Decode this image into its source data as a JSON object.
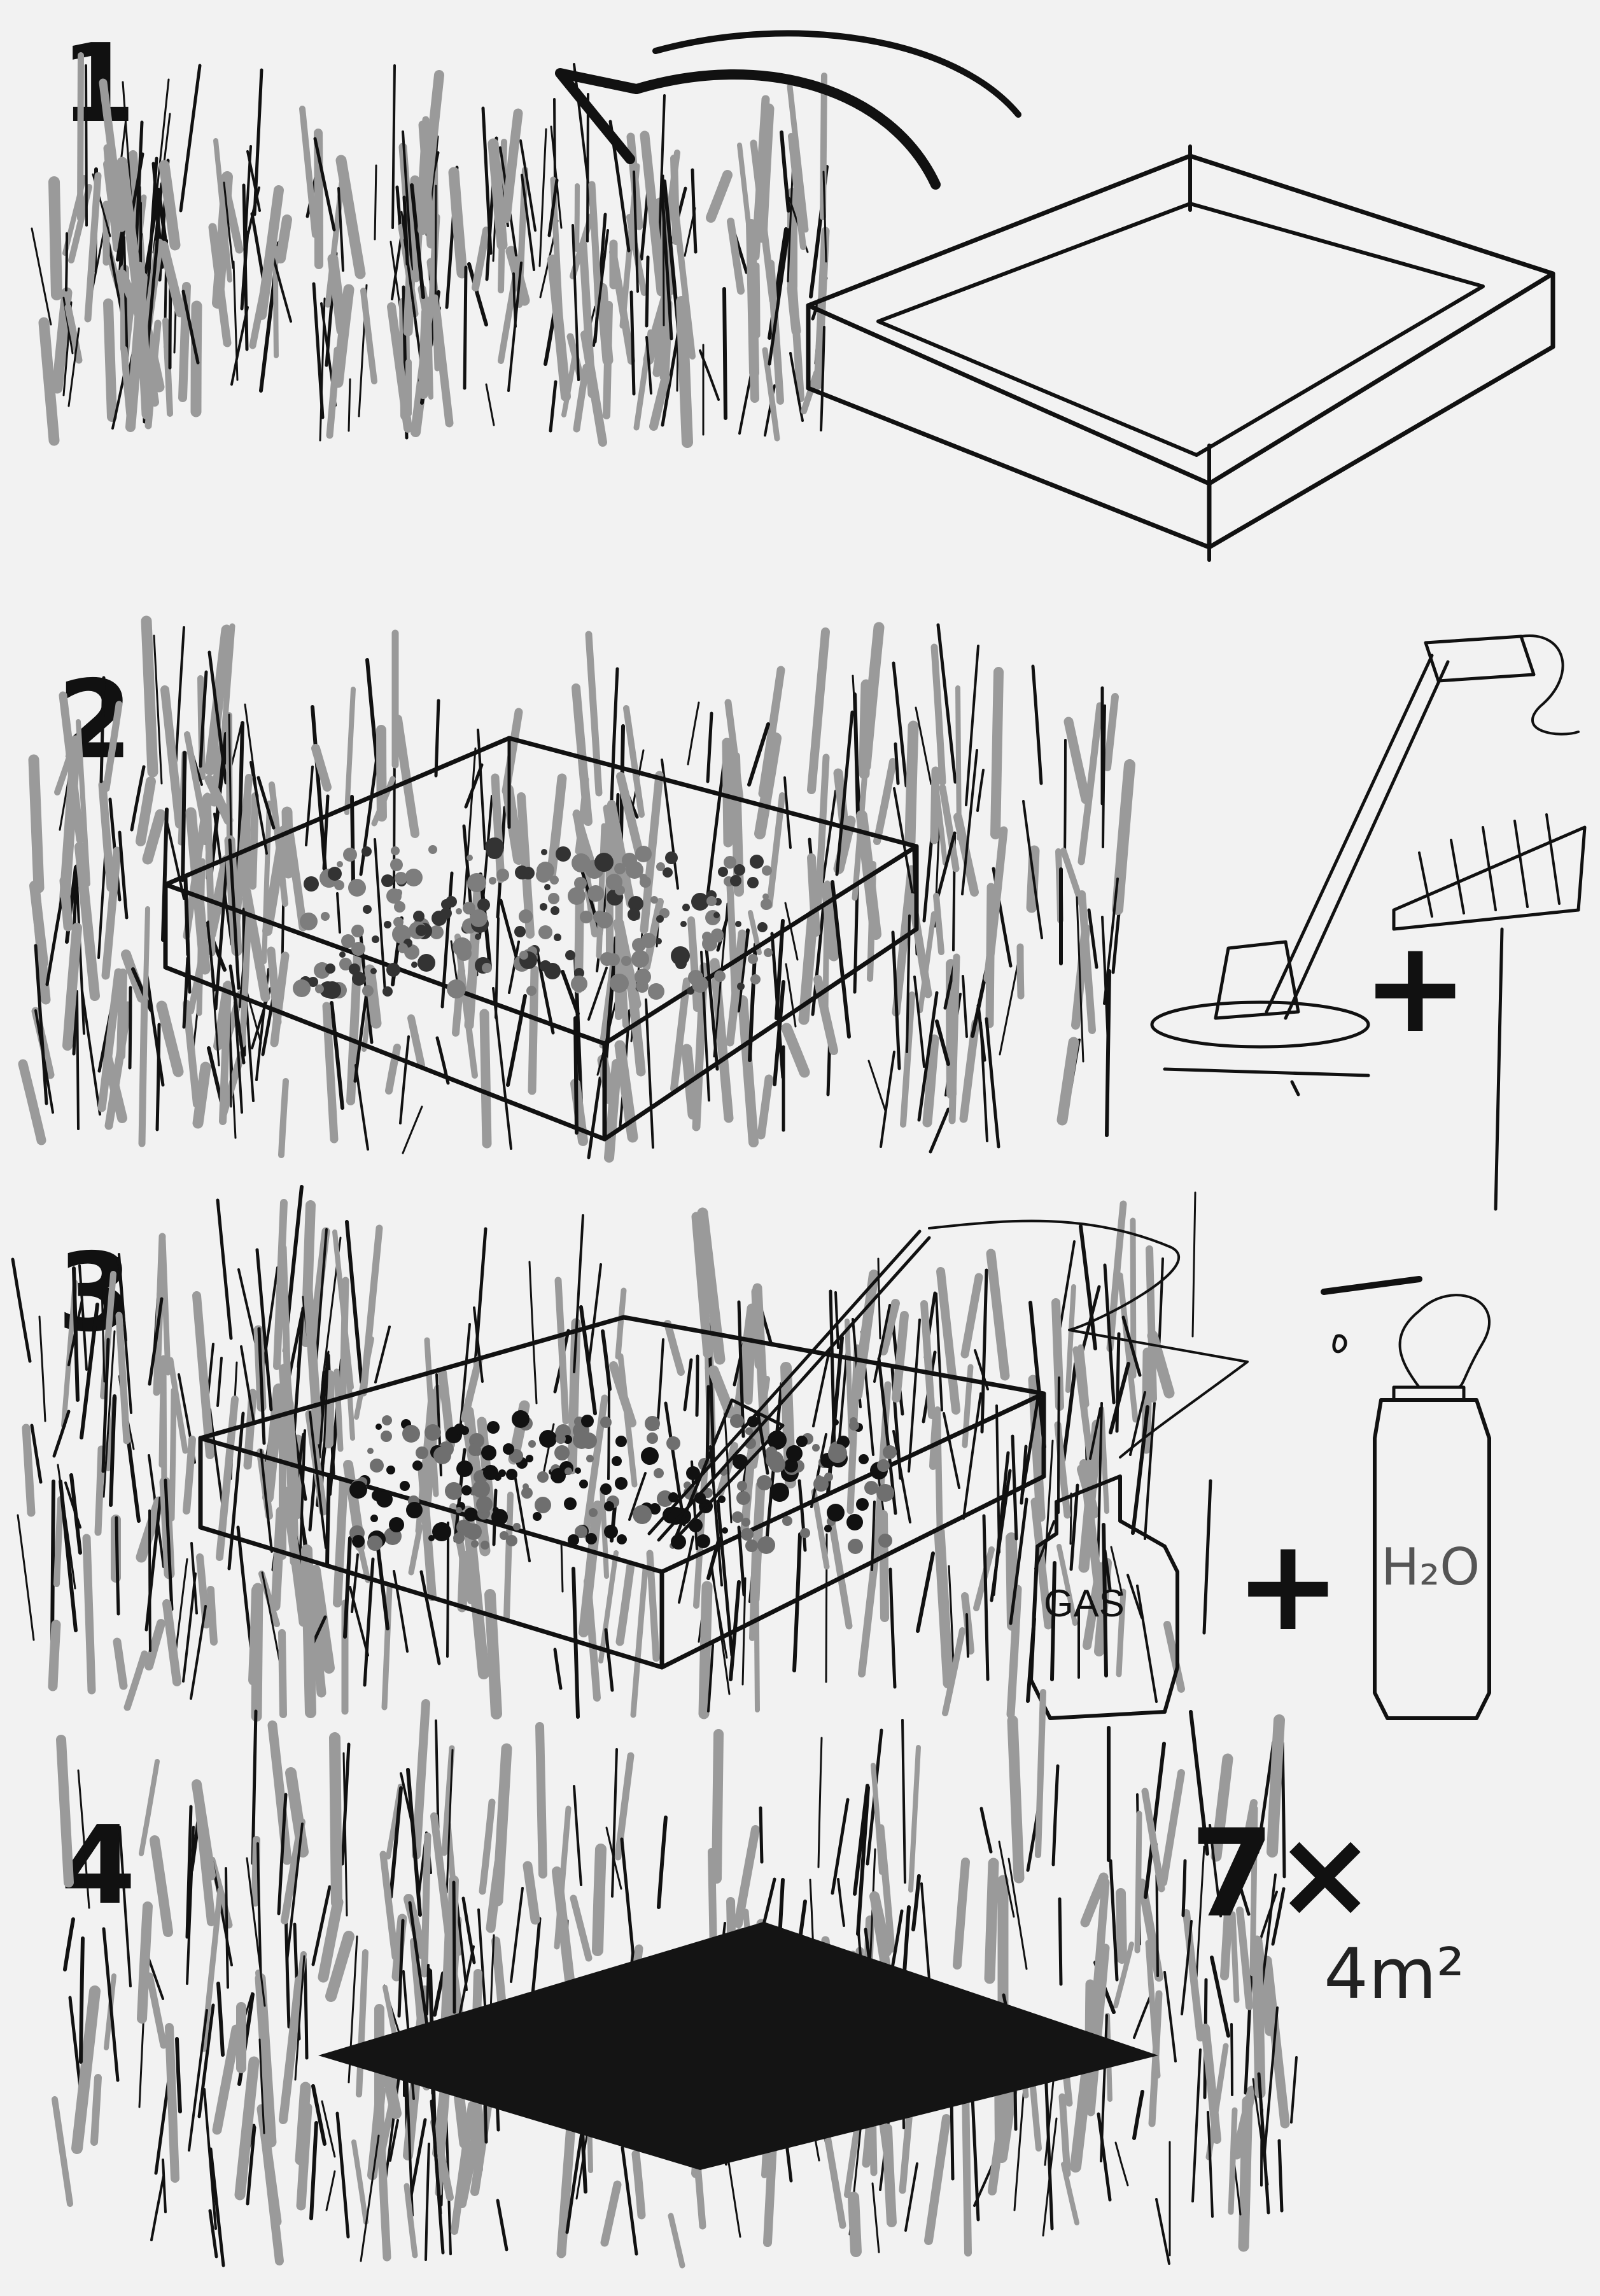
{
  "steps": [
    {
      "number": "1"
    },
    {
      "number": "2"
    },
    {
      "number": "3"
    },
    {
      "number": "4"
    }
  ],
  "step3": {
    "gas_label": "GAS",
    "water_label": "H₂O",
    "plus": "+"
  },
  "step2": {
    "plus": "+"
  },
  "step4": {
    "multiplier": "7×",
    "area": "4m²"
  },
  "icons": [
    "curved-arrow-icon",
    "wooden-frame-icon",
    "sod-cutter-icon",
    "rake-icon",
    "burner-icon",
    "gas-bottle-icon",
    "water-sprayer-icon"
  ],
  "colors": {
    "paper": "#f2f2f2",
    "ink": "#111111",
    "marker_grey": "#9a9a9a"
  }
}
